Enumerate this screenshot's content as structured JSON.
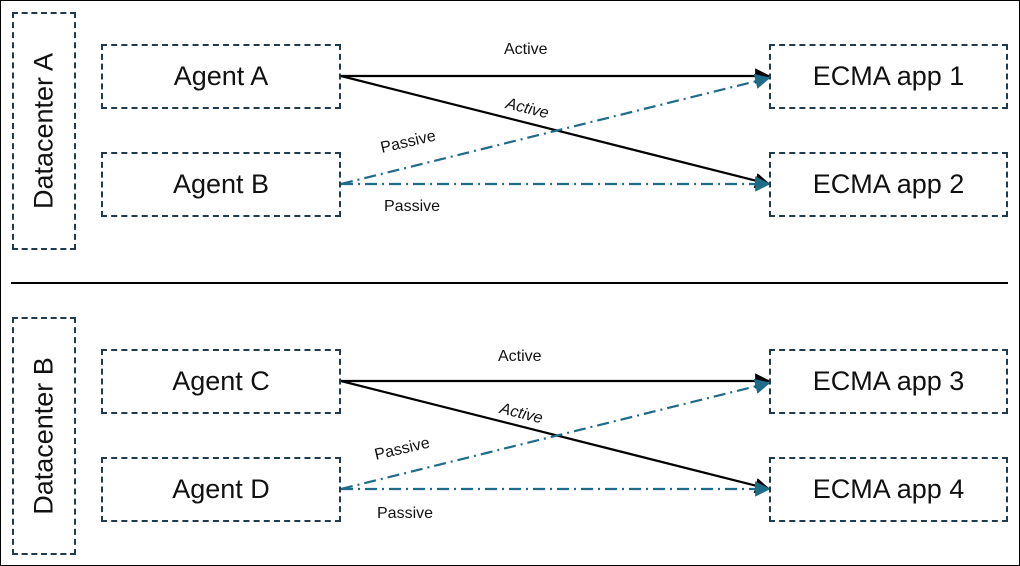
{
  "datacenters": [
    {
      "label": "Datacenter A",
      "agents": [
        "Agent A",
        "Agent B"
      ],
      "apps": [
        "ECMA app 1",
        "ECMA app 2"
      ],
      "connections": {
        "top_active": "Active",
        "cross_active": "Active",
        "cross_passive": "Passive",
        "bottom_passive": "Passive"
      }
    },
    {
      "label": "Datacenter B",
      "agents": [
        "Agent C",
        "Agent D"
      ],
      "apps": [
        "ECMA app 3",
        "ECMA app 4"
      ],
      "connections": {
        "top_active": "Active",
        "cross_active": "Active",
        "cross_passive": "Passive",
        "bottom_passive": "Passive"
      }
    }
  ],
  "colors": {
    "active_line": "#000000",
    "passive_line": "#1f6b8a",
    "box_border": "#1f3b4d"
  }
}
